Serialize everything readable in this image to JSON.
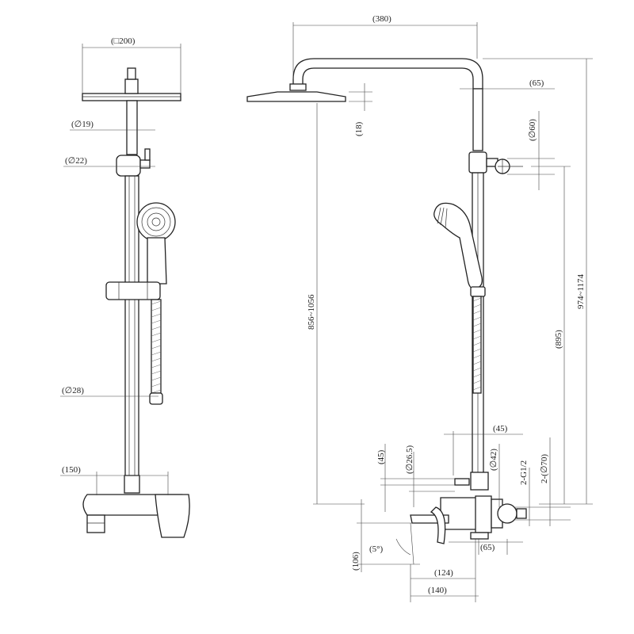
{
  "front_view": {
    "head_size": "(□200)",
    "arm_dia": "(∅19)",
    "holder_dia": "(∅22)",
    "riser_dia": "(∅28)",
    "mixer_spacing": "(150)"
  },
  "side_view": {
    "arm_reach": "(380)",
    "arm_offset": "(65)",
    "head_thickness": "(18)",
    "diverter_dia": "(∅60)",
    "head_height_range": "856~1056",
    "total_height_range": "974~1174",
    "handset_height": "(895)",
    "riser_offset": "(45)",
    "inlet_dia": "(∅26.5)",
    "valve_dia": "(∅42)",
    "mixer_height": "(45)",
    "connection_thread": "2-G1/2",
    "flange_dia": "2-(∅70)",
    "spout_drop": "(106)",
    "spout_angle": "(5°)",
    "base_offset": "(65)",
    "spout_length": "(124)",
    "body_length": "(140)"
  }
}
